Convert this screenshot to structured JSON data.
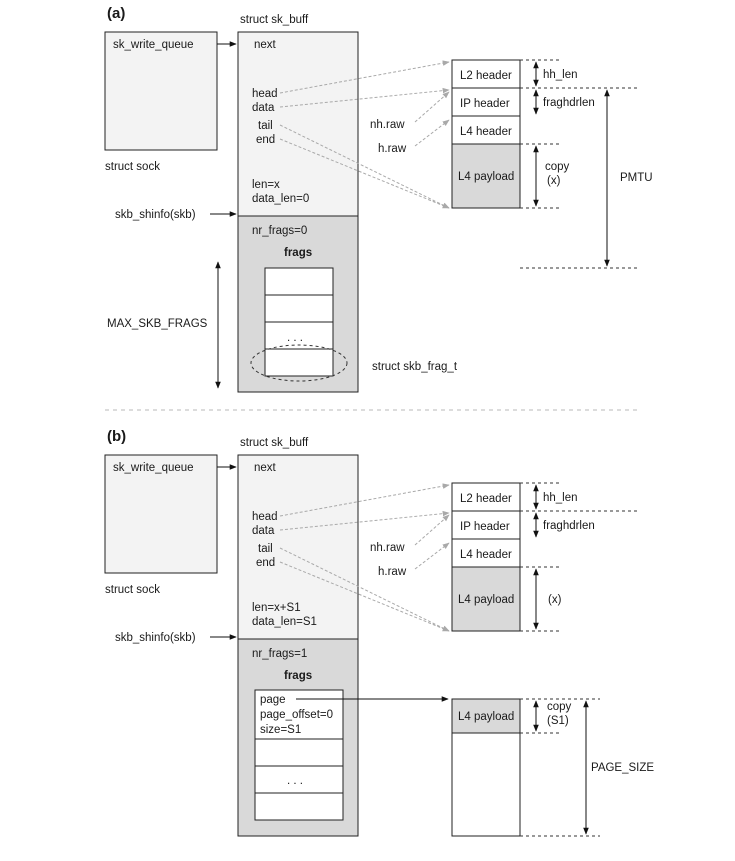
{
  "panel_a": {
    "label": "(a)",
    "struct_sk_buff": "struct sk_buff",
    "sk_write_queue": "sk_write_queue",
    "struct_sock": "struct sock",
    "next": "next",
    "head": "head",
    "data": "data",
    "tail": "tail",
    "end": "end",
    "len": "len=x",
    "data_len": "data_len=0",
    "skb_shinfo": "skb_shinfo(skb)",
    "nr_frags": "nr_frags=0",
    "frags": "frags",
    "ellipsis": ". . .",
    "max_skb_frags": "MAX_SKB_FRAGS",
    "struct_skb_frag_t": "struct skb_frag_t",
    "l2_header": "L2 header",
    "ip_header": "IP header",
    "l4_header": "L4 header",
    "l4_payload": "L4 payload",
    "hh_len": "hh_len",
    "fraghdrlen": "fraghdrlen",
    "nh_raw": "nh.raw",
    "h_raw": "h.raw",
    "copy": "copy",
    "copy_x": "(x)",
    "pmtu": "PMTU"
  },
  "panel_b": {
    "label": "(b)",
    "struct_sk_buff": "struct sk_buff",
    "sk_write_queue": "sk_write_queue",
    "struct_sock": "struct sock",
    "next": "next",
    "head": "head",
    "data": "data",
    "tail": "tail",
    "end": "end",
    "len": "len=x+S1",
    "data_len": "data_len=S1",
    "skb_shinfo": "skb_shinfo(skb)",
    "nr_frags": "nr_frags=1",
    "frags": "frags",
    "page": "page",
    "page_offset": "page_offset=0",
    "size": "size=S1",
    "ellipsis": ". . .",
    "l2_header": "L2 header",
    "ip_header": "IP header",
    "l4_header": "L4 header",
    "l4_payload": "L4 payload",
    "hh_len": "hh_len",
    "fraghdrlen": "fraghdrlen",
    "nh_raw": "nh.raw",
    "h_raw": "h.raw",
    "x": "(x)",
    "page_payload": "L4 payload",
    "copy": "copy",
    "copy_s1": "(S1)",
    "page_size": "PAGE_SIZE"
  }
}
